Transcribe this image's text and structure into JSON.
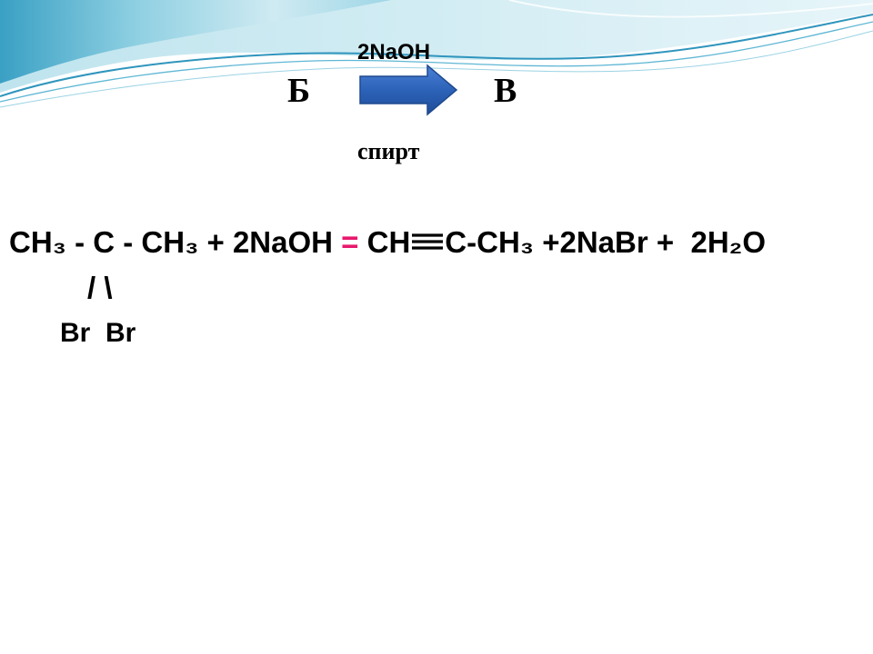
{
  "scheme": {
    "left_species": "Б",
    "right_species": "В",
    "reagent_above": "2NaOH",
    "condition_below": "спирт"
  },
  "equation": {
    "reactant": "CH₃ - C - CH₃",
    "plus_reagent": " + 2NaOH ",
    "equals": "=",
    "product_start": " CH",
    "product_end": "C-CH₃ +2NaBr +  2H₂O",
    "bonds": "/ \\",
    "substituents": "Br  Br"
  },
  "colors": {
    "arrow": "#2c62b8",
    "equals": "#e8186e",
    "wave_light": "#bfe4ee",
    "wave_dark": "#3aa0c4"
  },
  "icons": {
    "reaction_arrow": "right-arrow-icon",
    "triple_bond": "triple-bond-icon"
  }
}
